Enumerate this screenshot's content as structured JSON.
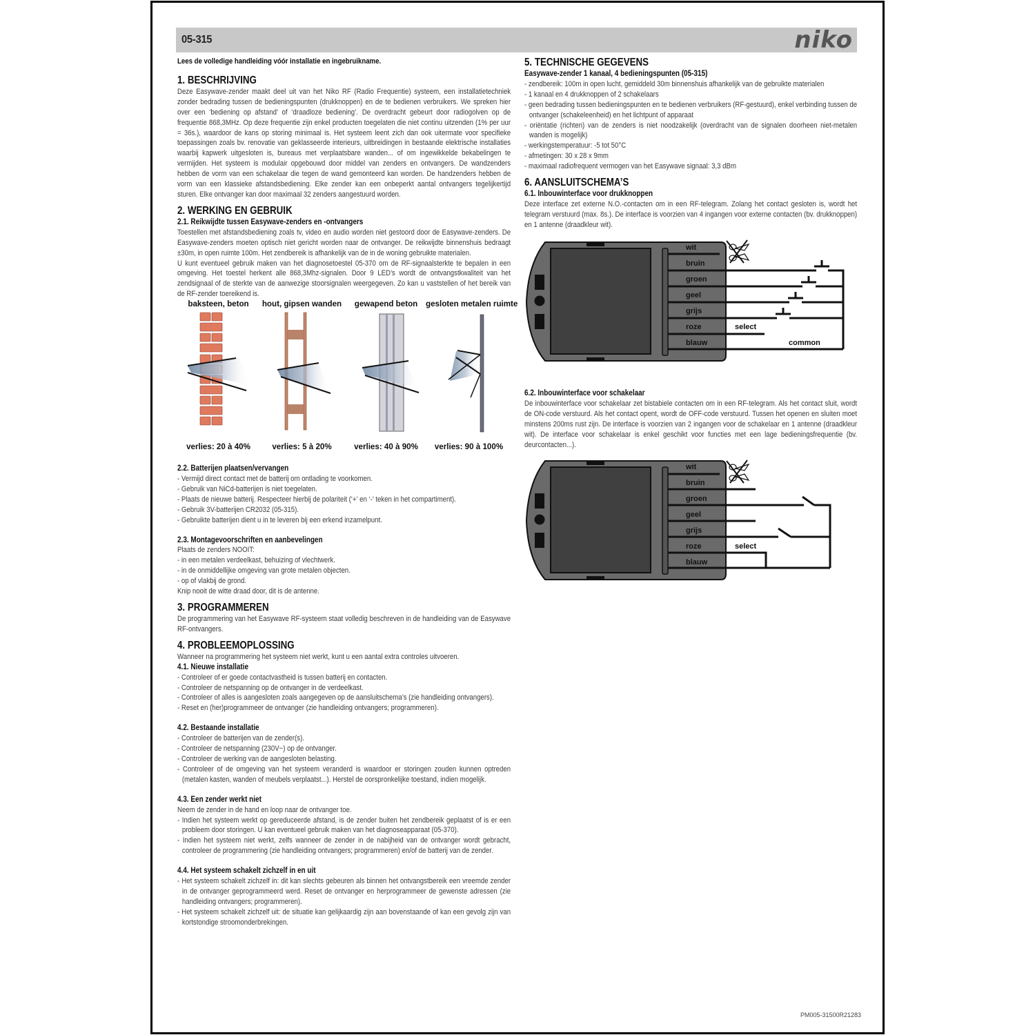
{
  "header": {
    "doc_code": "05-315",
    "logo": "niko"
  },
  "intro": "Lees de volledige handleiding vóór installatie en ingebruikname.",
  "sections": {
    "s1": {
      "title": "1.  BESCHRIJVING",
      "body": "Deze Easywave-zender maakt deel uit van het Niko RF (Radio Frequentie) systeem, een installatietechniek zonder bedrading tussen de bedieningspunten (drukknoppen) en de te bedienen verbruikers. We spreken hier over een ‘bediening op afstand’ of ‘draadloze bediening’. De overdracht gebeurt door radiogolven op de frequentie 868,3MHz. Op deze frequentie zijn enkel producten toegelaten die niet continu uitzenden (1% per uur = 36s.), waardoor de kans op storing minimaal is. Het systeem leent zich dan ook uitermate voor specifieke toepassingen zoals bv. renovatie van geklasseerde interieurs, uitbreidingen in bestaande elektrische installaties waarbij kapwerk uitgesloten is, bureaus met verplaatsbare wanden... of om ingewikkelde bekabelingen te vermijden. Het systeem is modulair opgebouwd door middel van zenders en ontvangers. De wandzenders hebben de vorm van een schakelaar die tegen de wand gemonteerd kan worden. De handzenders hebben de vorm van een klassieke afstandsbediening. Elke zender kan een onbeperkt aantal ontvangers tegelijkertijd sturen. Elke ontvanger kan door maximaal 32 zenders aangestuurd worden."
    },
    "s2": {
      "title": "2.  WERKING EN GEBRUIK",
      "s2_1": {
        "title": "2.1. Reikwijdte tussen Easywave-zenders en -ontvangers",
        "body1": "Toestellen met afstandsbediening zoals tv, video en audio worden niet gestoord door de Easywave-zenders. De Easywave-zenders moeten optisch niet gericht worden naar de ontvanger. De reikwijdte binnenshuis bedraagt ±30m, in open ruimte 100m. Het zendbereik is afhankelijk van de in de woning gebruikte materialen.",
        "body2": "U kunt eventueel gebruik maken van het diagnosetoestel 05-370 om de RF-signaalsterkte te bepalen in een omgeving. Het toestel herkent alle 868,3Mhz-signalen. Door 9 LED’s wordt de  ontvangstkwaliteit van het zendsignaal of de sterkte van de aanwezige stoorsignalen weergegeven. Zo kan u vaststellen of het bereik van de RF-zender toereikend is.",
        "materials": [
          {
            "title": "baksteen, beton",
            "loss": "verlies: 20 à 40%"
          },
          {
            "title": "hout, gipsen wanden",
            "loss": "verlies: 5 à 20%"
          },
          {
            "title": "gewapend beton",
            "loss": "verlies: 40 à 90%"
          },
          {
            "title": "gesloten metalen ruimte",
            "loss": "verlies: 90 à 100%"
          }
        ]
      },
      "s2_2": {
        "title": "2.2. Batterijen plaatsen/vervangen",
        "items": [
          "- Vermijd direct contact met de batterij om ontlading te voorkomen.",
          "- Gebruik van NiCd-batterijen is niet toegelaten.",
          "- Plaats de nieuwe batterij. Respecteer hierbij de polariteit (‘+’ en ‘-’ teken in het compartiment).",
          "- Gebruik 3V-batterijen CR2032 (05-315).",
          "- Gebruikte batterijen dient u in te leveren bij een erkend inzamelpunt."
        ]
      },
      "s2_3": {
        "title": "2.3. Montagevoorschriften en aanbevelingen",
        "lead": "Plaats de zenders NOOIT:",
        "items": [
          "- in een metalen verdeelkast, behuizing of vlechtwerk.",
          "- in de onmiddellijke omgeving van grote metalen objecten.",
          "- op of vlakbij de grond."
        ],
        "tail": "Knip nooit de witte draad door, dit is de antenne."
      }
    },
    "s3": {
      "title": "3.  PROGRAMMEREN",
      "body": "De programmering van het Easywave RF-systeem staat volledig beschreven in de handleiding van de Easywave RF-ontvangers."
    },
    "s4": {
      "title": "4.  PROBLEEMOPLOSSING",
      "lead": "Wanneer na programmering het systeem niet werkt, kunt u een aantal extra controles uitvoeren.",
      "s4_1": {
        "title": "4.1. Nieuwe installatie",
        "items": [
          "- Controleer of er goede contactvastheid is tussen batterij en contacten.",
          "- Controleer de netspanning op de ontvanger in de verdeelkast.",
          "- Controleer of alles is aangesloten zoals aangegeven op de aansluitschema’s (zie handleiding ontvangers).",
          "- Reset en (her)programmeer de ontvanger (zie handleiding ontvangers; programmeren)."
        ]
      },
      "s4_2": {
        "title": "4.2. Bestaande installatie",
        "items": [
          "- Controleer de batterijen van de zender(s).",
          "- Controleer de netspanning (230V~) op de ontvanger.",
          "- Controleer de werking van de aangesloten belasting.",
          "- Controleer of de omgeving van het systeem veranderd is waardoor er storingen zouden kunnen optreden (metalen kasten, wanden of meubels verplaatst...). Herstel de oorspronkelijke toestand, indien mogelijk."
        ]
      },
      "s4_3": {
        "title": "4.3. Een zender werkt niet",
        "lead": "Neem de zender in de hand en loop naar de ontvanger toe.",
        "items": [
          "- Indien het systeem werkt op gereduceerde afstand, is de zender buiten het zendbereik geplaatst of is er een probleem door storingen. U kan eventueel gebruik maken van het diagnoseapparaat (05-370).",
          "- Indien het systeem niet werkt, zelfs wanneer de zender in de nabijheid van de ontvanger wordt gebracht, controleer de programmering (zie handleiding ontvangers; programmeren) en/of de batterij van de zender."
        ]
      },
      "s4_4": {
        "title": "4.4. Het systeem schakelt zichzelf in en uit",
        "items": [
          "- Het systeem schakelt zichzelf in: dit kan slechts gebeuren als binnen het ontvangstbereik een vreemde zender in de ontvanger geprogrammeerd werd. Reset de ontvanger en herprogrammeer de gewenste adressen (zie handleiding ontvangers; programmeren).",
          "- Het systeem schakelt zichzelf uit: de situatie kan gelijkaardig zijn aan bovenstaande of kan een gevolg zijn van kortstondige stroomonderbrekingen."
        ]
      }
    },
    "s5": {
      "title": "5.  TECHNISCHE GEGEVENS",
      "subtitle": "Easywave-zender 1 kanaal, 4 bedieningspunten (05-315)",
      "items": [
        "- zendbereik: 100m in open lucht, gemiddeld 30m binnenshuis afhankelijk van de gebruikte materialen",
        "- 1 kanaal en 4 drukknoppen of 2 schakelaars",
        "- geen bedrading tussen bedieningspunten en te bedienen verbruikers (RF-gestuurd), enkel verbinding tussen de ontvanger (schakeleenheid) en het lichtpunt of apparaat",
        "- oriëntatie (richten) van de zenders is niet noodzakelijk (overdracht van de signalen doorheen niet-metalen wanden is mogelijk)",
        "- werkingstemperatuur: -5 tot 50°C",
        "- afmetingen: 30 x 28 x 9mm",
        "- maximaal radiofrequent vermogen van het Easywave signaal: 3,3 dBm"
      ]
    },
    "s6": {
      "title": "6.  AANSLUITSCHEMA’S",
      "s6_1": {
        "title": "6.1. Inbouwinterface voor drukknoppen",
        "body": "Deze interface zet externe N.O.-contacten om in een RF-telegram. Zolang het contact gesloten is, wordt het telegram verstuurd (max. 8s.). De interface is voorzien van 4 ingangen voor externe contacten (bv. drukknoppen) en 1 antenne (draadkleur wit).",
        "wires": [
          "wit",
          "bruin",
          "groen",
          "geel",
          "grijs",
          "roze",
          "blauw"
        ],
        "select_label": "select",
        "common_label": "common"
      },
      "s6_2": {
        "title": "6.2. Inbouwinterface voor schakelaar",
        "body": "De inbouwinterface voor schakelaar zet bistabiele contacten om in een RF-telegram. Als het contact sluit, wordt de ON-code verstuurd. Als het contact opent, wordt de OFF-code verstuurd. Tussen het openen en sluiten moet minstens 200ms rust zijn. De interface is voorzien van 2 ingangen voor de schakelaar en 1 antenne (draadkleur wit). De interface voor schakelaar is enkel geschikt voor functies met een lage bedieningsfrequentie (bv. deurcontacten...).",
        "wires": [
          "wit",
          "bruin",
          "groen",
          "geel",
          "grijs",
          "roze",
          "blauw"
        ],
        "select_label": "select"
      }
    }
  },
  "footer": {
    "code": "PM005-31500R21283"
  },
  "colors": {
    "header_bar": "#c8c8c8",
    "brick": "#e07a5f",
    "wood": "#c8876a",
    "concrete": "#c9cad0",
    "metal": "#6b6e80",
    "device_body": "#6a6a6a",
    "device_screen": "#404040"
  }
}
